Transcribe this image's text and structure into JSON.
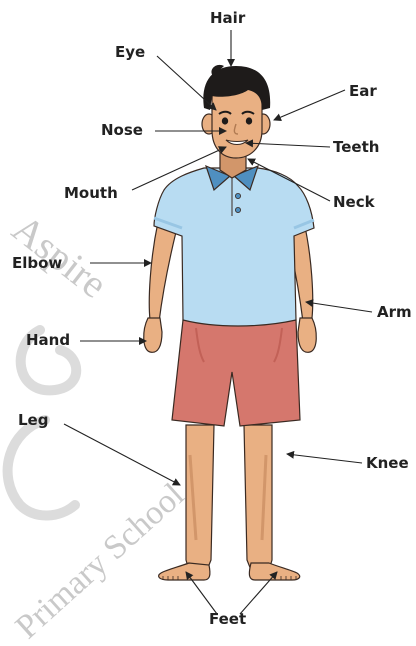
{
  "labels": {
    "hair": "Hair",
    "eye": "Eye",
    "ear": "Ear",
    "nose": "Nose",
    "teeth": "Teeth",
    "mouth": "Mouth",
    "neck": "Neck",
    "elbow": "Elbow",
    "arm": "Arm",
    "hand": "Hand",
    "leg": "Leg",
    "knee": "Knee",
    "feet": "Feet"
  },
  "watermark": {
    "word1": "Aspire",
    "word2": "Primary School"
  },
  "colors": {
    "shirt": "#b8dcf2",
    "shirt_shadow": "#98c6e4",
    "collar": "#4f8fc0",
    "shorts": "#d5776d",
    "shorts_shadow": "#c26157",
    "skin": "#e9b083",
    "skin_shadow": "#d2966a",
    "hair": "#1e1b1a",
    "outline": "#3a2a22",
    "arrow": "#222222"
  }
}
